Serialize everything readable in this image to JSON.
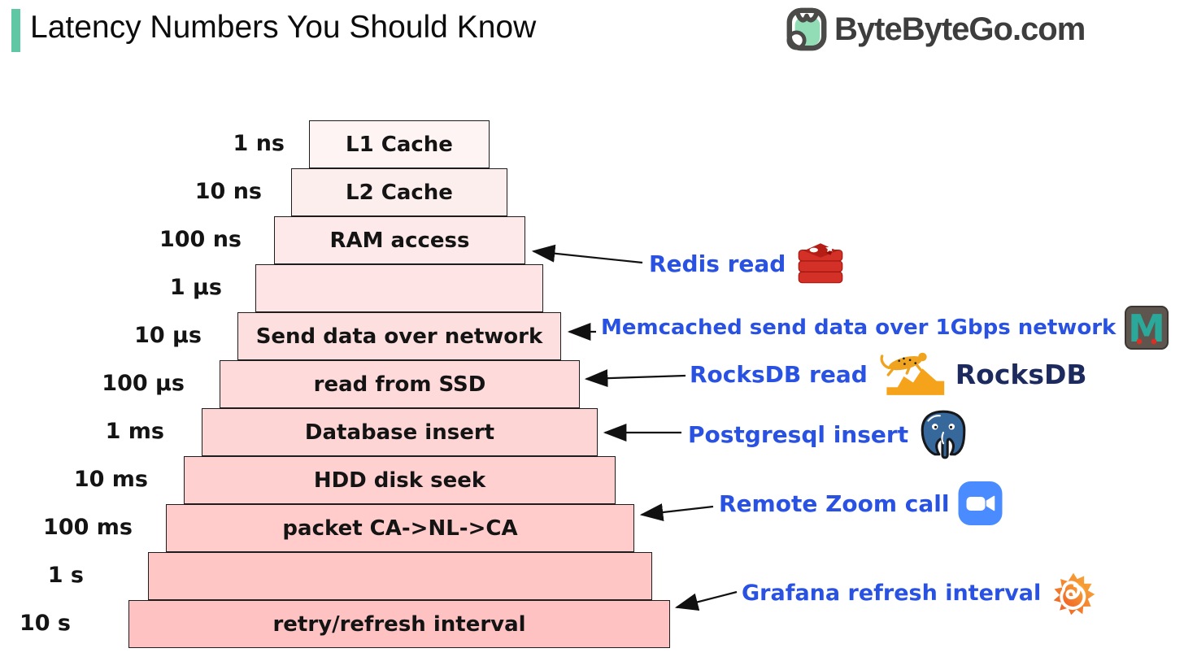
{
  "header": {
    "title": "Latency Numbers You Should Know",
    "brand": "ByteByteGo.com",
    "accent_color": "#5fc7a3"
  },
  "pyramid": {
    "rows": [
      {
        "time": "1 ns",
        "label": "L1 Cache"
      },
      {
        "time": "10 ns",
        "label": "L2 Cache"
      },
      {
        "time": "100 ns",
        "label": "RAM access"
      },
      {
        "time": "1 µs",
        "label": ""
      },
      {
        "time": "10 µs",
        "label": "Send data over network"
      },
      {
        "time": "100 µs",
        "label": "read from SSD"
      },
      {
        "time": "1 ms",
        "label": "Database insert"
      },
      {
        "time": "10 ms",
        "label": "HDD disk seek"
      },
      {
        "time": "100 ms",
        "label": "packet CA->NL->CA"
      },
      {
        "time": "1 s",
        "label": ""
      },
      {
        "time": "10 s",
        "label": "retry/refresh interval"
      }
    ],
    "fill_top": "#fdf4f3",
    "fill_bottom": "#ffc2c2",
    "border_color": "#1d1d1d"
  },
  "annotations": [
    {
      "label": "Redis read",
      "icon": "redis-icon",
      "target_row": "RAM access"
    },
    {
      "label": "Memcached send data over 1Gbps network",
      "icon": "memcached-icon",
      "target_row": "Send data over network"
    },
    {
      "label": "RocksDB read",
      "icon": "rocksdb-icon",
      "logo_text": "RocksDB",
      "target_row": "read from SSD"
    },
    {
      "label": "Postgresql insert",
      "icon": "postgresql-icon",
      "target_row": "Database insert"
    },
    {
      "label": "Remote Zoom call",
      "icon": "zoom-icon",
      "target_row": "packet CA->NL->CA"
    },
    {
      "label": "Grafana refresh interval",
      "icon": "grafana-icon",
      "target_row": "retry/refresh interval"
    }
  ],
  "colors": {
    "annotation_text": "#2a52e2",
    "rocksdb_logo_text": "#1d2a5e",
    "redis_red": "#d33127",
    "memcached_teal": "#2aa99b",
    "postgres_blue": "#37689b",
    "zoom_blue": "#4a8cff",
    "grafana_orange": "#f05a28",
    "rocksdb_yellow": "#f5a31a"
  }
}
